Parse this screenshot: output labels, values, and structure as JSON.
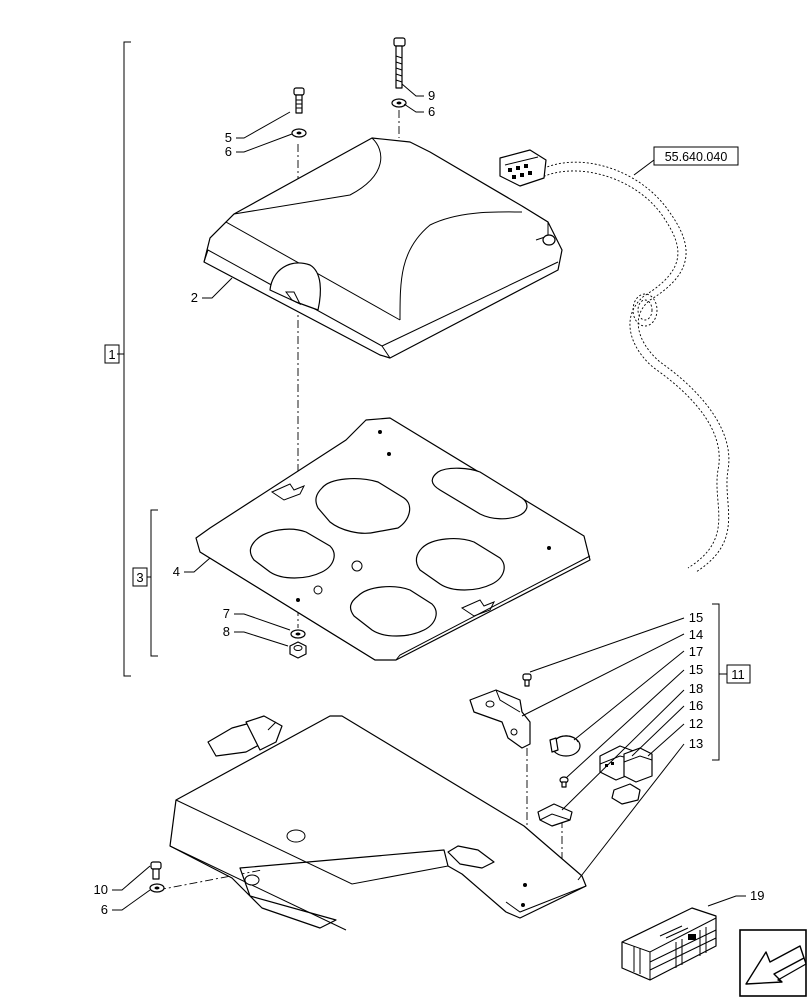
{
  "diagram": {
    "callouts": {
      "c1": "1",
      "c2": "2",
      "c3": "3",
      "c4": "4",
      "c5": "5",
      "c6a": "6",
      "c6b": "6",
      "c6c": "6",
      "c7": "7",
      "c8": "8",
      "c9": "9",
      "c10": "10",
      "c11": "11",
      "c12": "12",
      "c13": "13",
      "c14": "14",
      "c15a": "15",
      "c15b": "15",
      "c16": "16",
      "c17": "17",
      "c18": "18",
      "c19": "19"
    },
    "reference": "55.640.040",
    "nav_icon": "arrow-bottom-left-icon"
  }
}
